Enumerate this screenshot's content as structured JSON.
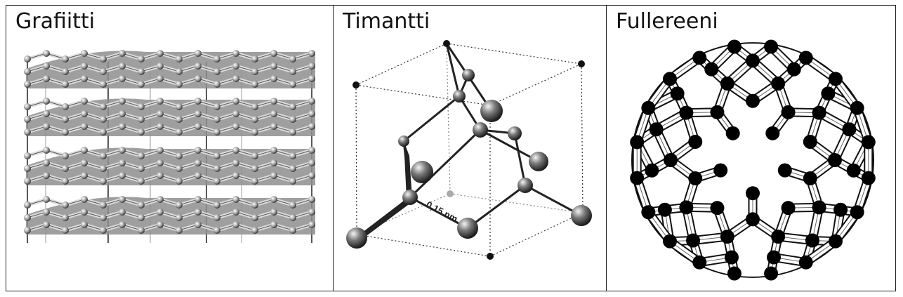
{
  "cells": [
    {
      "title": "Grafiitti",
      "diagram": "graphite-layered-structure"
    },
    {
      "title": "Timantti",
      "diagram": "diamond-unit-cell",
      "bond_label": "0,15 nm"
    },
    {
      "title": "Fullereeni",
      "diagram": "c60-fullerene-ball"
    }
  ]
}
